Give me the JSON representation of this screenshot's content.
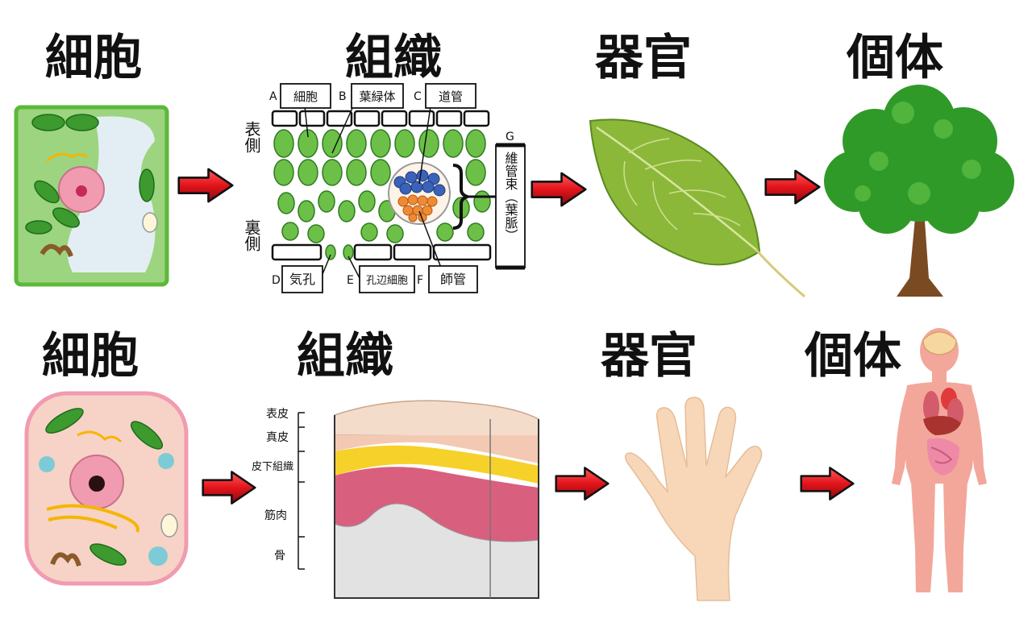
{
  "plant_row": {
    "titles": [
      "細胞",
      "組織",
      "器官",
      "個体"
    ],
    "tissue_labels": {
      "a": {
        "letter": "A",
        "text": "細胞"
      },
      "b": {
        "letter": "B",
        "text": "葉緑体"
      },
      "c": {
        "letter": "C",
        "text": "道管"
      },
      "d": {
        "letter": "D",
        "text": "気孔"
      },
      "e": {
        "letter": "E",
        "text": "孔辺細胞"
      },
      "f": {
        "letter": "F",
        "text": "師管"
      },
      "g": {
        "letter": "G",
        "text": "維管束（葉脈）"
      }
    },
    "side_upper": "表側",
    "side_lower": "裏側"
  },
  "animal_row": {
    "titles": [
      "細胞",
      "組織",
      "器官",
      "個体"
    ],
    "skin_layers": [
      "表皮",
      "真皮",
      "皮下組織",
      "筋肉",
      "骨"
    ]
  },
  "colors": {
    "arrow": "#e3141b",
    "plant_cell_wall": "#5cb83a",
    "plant_cytoplasm": "#9dd47f",
    "vacuole": "#e3eef4",
    "chloroplast": "#3c9a2f",
    "nucleus": "#f19bb0",
    "animal_cell": "#f6d3c6",
    "fat_layer": "#f6d12a",
    "muscle_layer": "#d95f7e",
    "bone_layer": "#e2e2e2",
    "leaf": "#8cb83a",
    "tree_canopy": "#2f9a28",
    "trunk": "#7a4a22",
    "hand": "#f7d7b8",
    "body": "#f2a79a"
  },
  "icons": [
    "right-arrow-icon",
    "plant-cell-icon",
    "leaf-tissue-icon",
    "leaf-icon",
    "tree-icon",
    "animal-cell-icon",
    "skin-tissue-icon",
    "hand-icon",
    "human-body-icon"
  ]
}
